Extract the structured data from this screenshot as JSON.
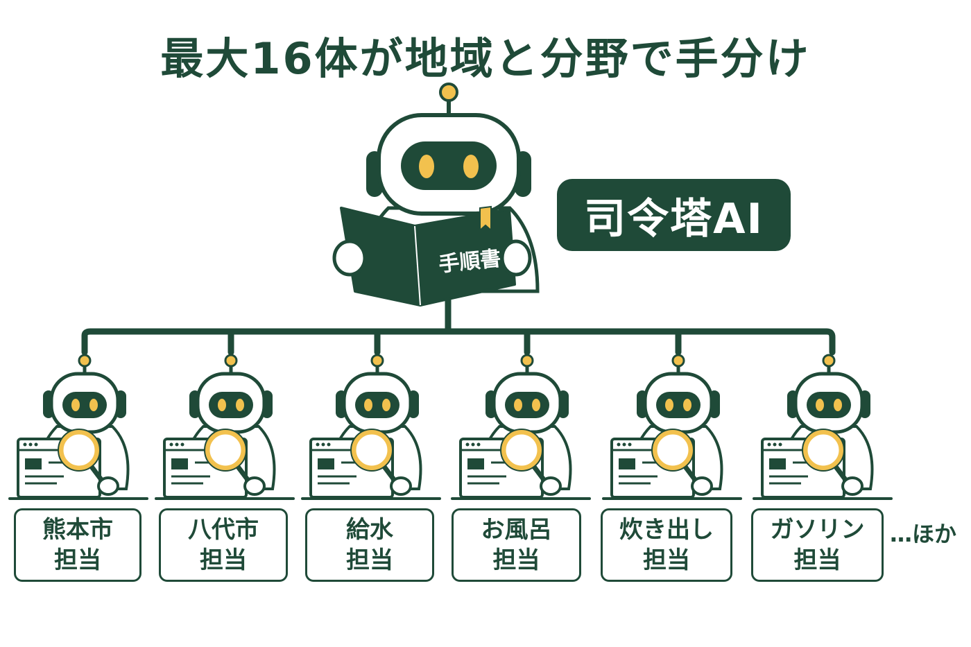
{
  "title": "最大16体が地域と分野で手分け",
  "commander": {
    "label": "司令塔AI",
    "book_label": "手順書"
  },
  "workers": [
    {
      "name": "熊本市",
      "role": "担当"
    },
    {
      "name": "八代市",
      "role": "担当"
    },
    {
      "name": "給水",
      "role": "担当"
    },
    {
      "name": "お風呂",
      "role": "担当"
    },
    {
      "name": "炊き出し",
      "role": "担当"
    },
    {
      "name": "ガソリン",
      "role": "担当"
    }
  ],
  "more_label": "…ほか",
  "colors": {
    "primary": "#1f4a38",
    "accent": "#f2c14e",
    "background": "#ffffff"
  },
  "icons": {
    "commander": "robot-reading-book-icon",
    "worker": "robot-with-magnifier-icon"
  }
}
